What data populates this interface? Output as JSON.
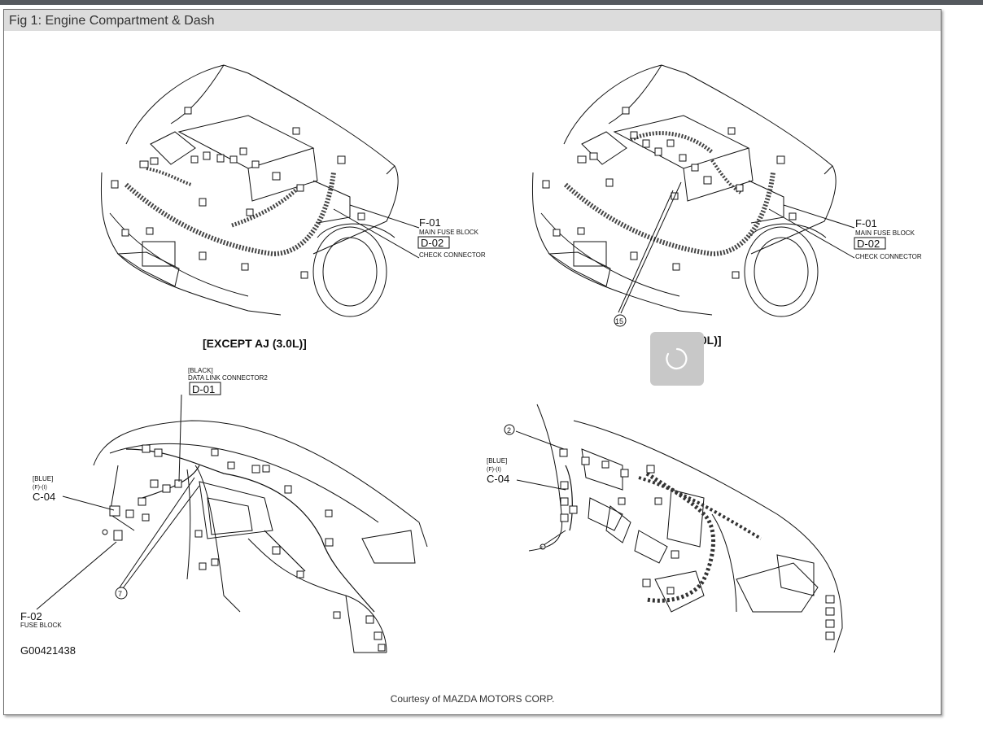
{
  "window": {
    "title": "Fig 1: Engine Compartment & Dash"
  },
  "diagram": {
    "left_engine": {
      "caption": "[EXCEPT AJ (3.0L)]",
      "label_f01": "F-01",
      "label_f01_desc": "MAIN FUSE BLOCK",
      "label_d02": "D-02",
      "label_d02_desc": "CHECK CONNECTOR"
    },
    "right_engine": {
      "caption": ".0L)]",
      "label_f01": "F-01",
      "label_f01_desc": "MAIN FUSE BLOCK",
      "label_d02": "D-02",
      "label_d02_desc": "CHECK CONNECTOR",
      "callout_15": "15"
    },
    "left_dash": {
      "d01_color": "[BLACK]",
      "d01_desc": "DATA LINK CONNECTOR2",
      "label_d01": "D-01",
      "c04_color": "[BLUE]",
      "c04_sub": "(F)-(I)",
      "label_c04": "C-04",
      "label_f02": "F-02",
      "label_f02_desc": "FUSE BLOCK",
      "callout_7": "7",
      "figure_id": "G00421438"
    },
    "right_dash": {
      "callout_2": "2",
      "c04_color": "[BLUE]",
      "c04_sub": "(F)-(I)",
      "label_c04": "C-04",
      "small_f": "F"
    }
  },
  "credit": "Courtesy of MAZDA MOTORS CORP.",
  "loading_icon": "spinner-icon"
}
